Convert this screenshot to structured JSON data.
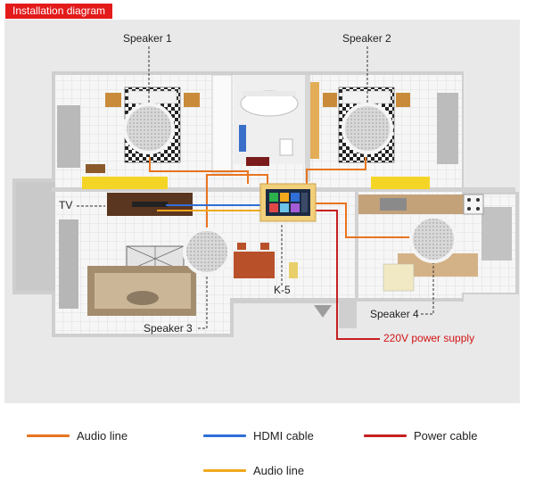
{
  "header": {
    "tag": "Installation diagram"
  },
  "diagram": {
    "labels": {
      "speaker1": "Speaker 1",
      "speaker2": "Speaker 2",
      "speaker3": "Speaker 3",
      "speaker4": "Speaker 4",
      "tv": "TV",
      "k5": "K-5",
      "power": "220V power supply"
    }
  },
  "legend": [
    {
      "label": "Audio line",
      "color": "#e8741f"
    },
    {
      "label": "HDMI cable",
      "color": "#2f6fd6"
    },
    {
      "label": "Power cable",
      "color": "#c62020"
    },
    {
      "label": "Audio line",
      "color": "#f0a81d"
    }
  ],
  "colors": {
    "audio_orange": "#e8741f",
    "hdmi_blue": "#2f6fd6",
    "power_red": "#c62020",
    "audio_yellow": "#f0a81d"
  }
}
